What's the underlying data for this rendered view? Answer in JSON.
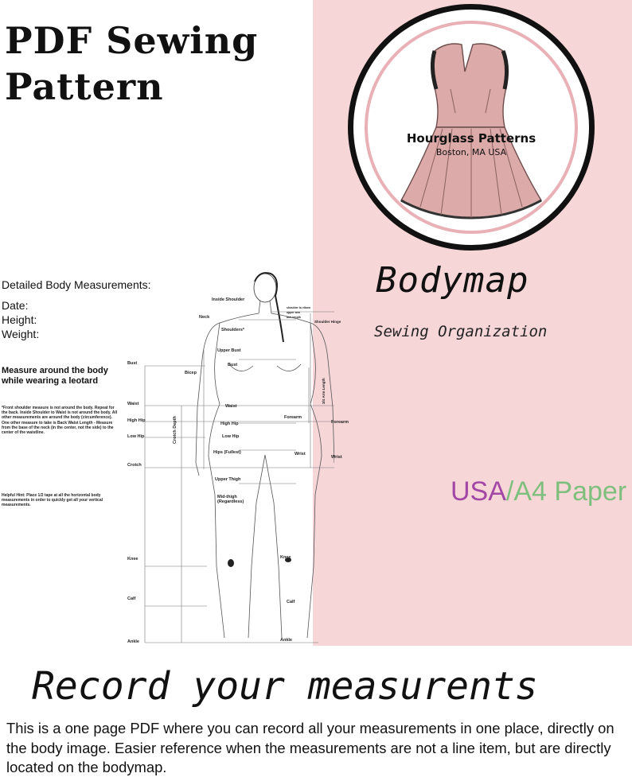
{
  "cover": {
    "title": "PDF Sewing Pattern",
    "logo": {
      "brand": "Hourglass Patterns",
      "place": "Boston, MA USA"
    },
    "bodymap_title": "Bodymap",
    "bodymap_subtitle": "Sewing Organization",
    "paper": {
      "usa": "USA",
      "slash": "/",
      "a4": "A4 Paper"
    },
    "record_title": "Record your measurents",
    "description": "This is a one page PDF where you can record all your measurements in one place, directly on the body image.  Easier reference when the measurements are not a line item, but are directly located on the bodymap."
  },
  "sheet": {
    "heading": "Detailed Body Measurements:",
    "fields": [
      "Date:",
      "Height:",
      "Weight:"
    ],
    "instruction": "Measure around the body while wearing a leotard",
    "notes": [
      "*Front shoulder measure is not around the body. Repeat for the back. Inside Shoulder to Waist is not around the body. All other measurements are around the body (circumference). One other measure to take is Back Waist Length - Measure from the base of the neck (in the center, not the side) to the center of the waistline.",
      "Helpful Hint: Place 1/2 tape at all the horizontal body measurements in order to quickly get all your vertical measurements."
    ],
    "labels": {
      "inside_shoulder": "Inside Shoulder",
      "neck": "Neck",
      "shoulders": "Shoulders*",
      "upper_bust": "Upper Bust",
      "bust_left": "Bust",
      "bust_center": "Bust",
      "bicep": "Bicep",
      "waist_left": "Waist",
      "waist_center": "Waist",
      "high_hip_left": "High Hip",
      "high_hip_center": "High Hip",
      "low_hip_left": "Low Hip",
      "low_hip_center": "Low Hip",
      "crotch": "Crotch",
      "crotch_depth": "Crotch Depth",
      "hips_fullest": "Hips (Fullest)",
      "upper_thigh": "Upper Thigh",
      "mid_thigh": "Mid-thigh (Regardless)",
      "knee_left": "Knee",
      "knee_right": "Knee",
      "calf_left": "Calf",
      "calf_right": "Calf",
      "ankle_left": "Ankle",
      "ankle_right": "Ankle",
      "forearm_inner": "Forearm",
      "forearm_outer": "Forearm",
      "wrist_inner": "Wrist",
      "wrist_outer": "Wrist",
      "shoulder_hinge": "Shoulder Hinge",
      "arm_length": "3/4 Arm Length",
      "small_1": "shoulder to elbow",
      "small_2": "upper arm",
      "small_3": "arm length"
    }
  },
  "colors": {
    "pink_panel": "#f7d6d8",
    "usa": "#a347a6",
    "a4": "#7fbf7d",
    "logo_ring": "#e9b1b6",
    "garment": "#dcaaa8"
  }
}
